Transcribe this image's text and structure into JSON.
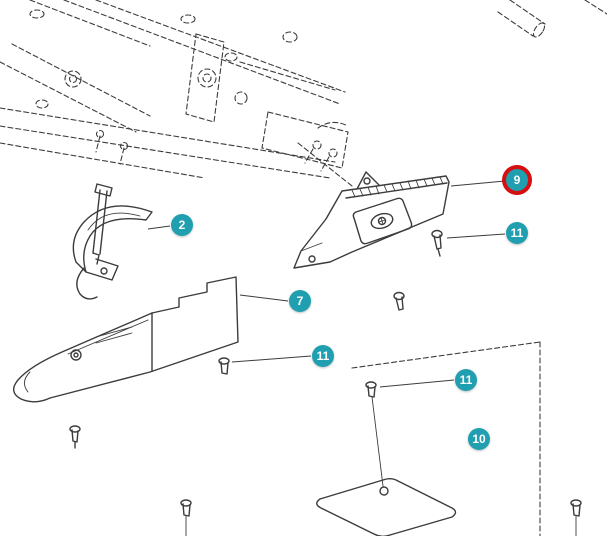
{
  "diagram": {
    "description": "exploded-parts-view",
    "colors": {
      "badge": "#1f9faf",
      "badge_text": "#ffffff",
      "highlight_ring": "#d50f0f",
      "line": "#3c3c3c",
      "background": "#ffffff"
    },
    "callouts": [
      {
        "label": "2",
        "highlighted": false
      },
      {
        "label": "9",
        "highlighted": true
      },
      {
        "label": "11",
        "highlighted": false
      },
      {
        "label": "7",
        "highlighted": false
      },
      {
        "label": "11",
        "highlighted": false
      },
      {
        "label": "11",
        "highlighted": false
      },
      {
        "label": "10",
        "highlighted": false
      }
    ]
  }
}
